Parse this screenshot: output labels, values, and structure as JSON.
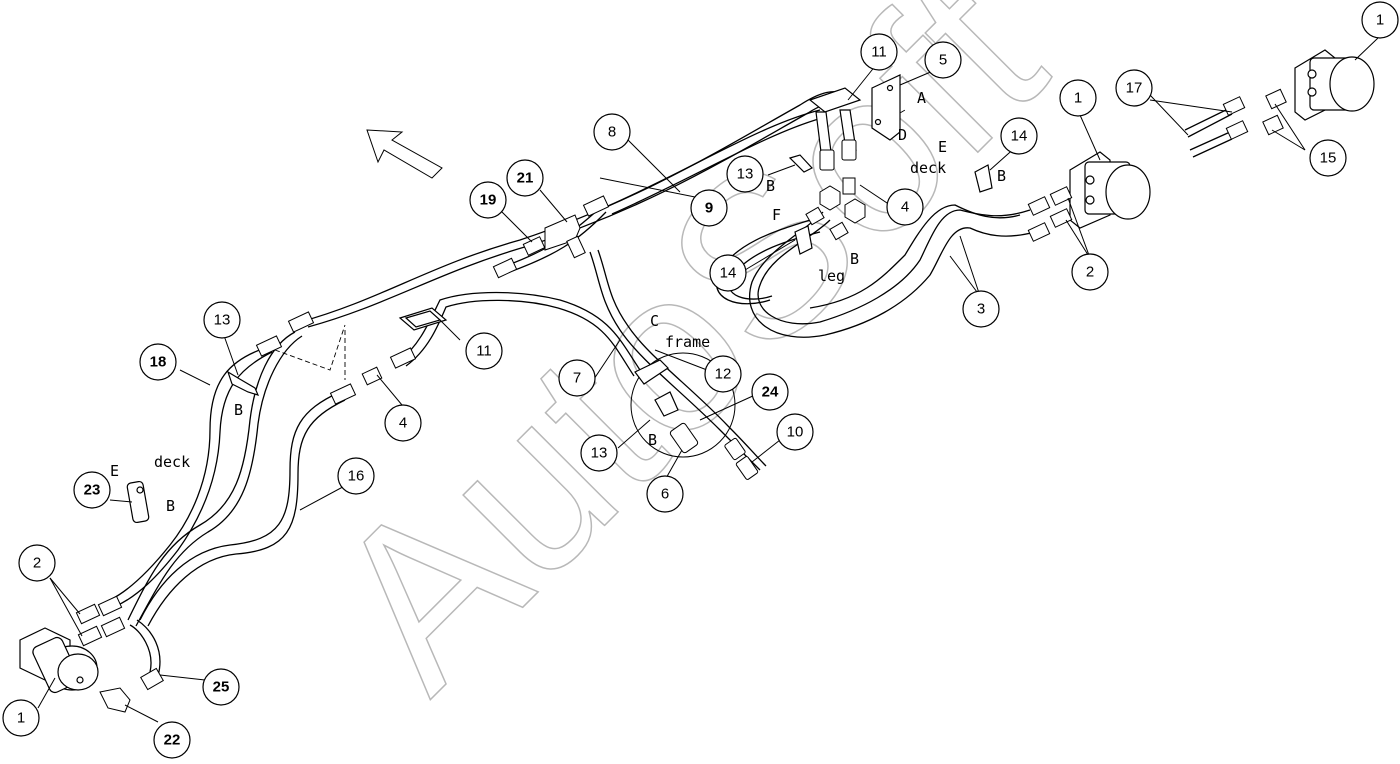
{
  "watermark": "AutoSoft",
  "callouts": [
    {
      "id": "c1a",
      "text": "1",
      "bold": false
    },
    {
      "id": "c1b",
      "text": "1",
      "bold": false
    },
    {
      "id": "c1c",
      "text": "1",
      "bold": false
    },
    {
      "id": "c2a",
      "text": "2",
      "bold": false
    },
    {
      "id": "c2b",
      "text": "2",
      "bold": false
    },
    {
      "id": "c3",
      "text": "3",
      "bold": false
    },
    {
      "id": "c4a",
      "text": "4",
      "bold": false
    },
    {
      "id": "c4b",
      "text": "4",
      "bold": false
    },
    {
      "id": "c5",
      "text": "5",
      "bold": false
    },
    {
      "id": "c6",
      "text": "6",
      "bold": false
    },
    {
      "id": "c7",
      "text": "7",
      "bold": false
    },
    {
      "id": "c8",
      "text": "8",
      "bold": false
    },
    {
      "id": "c9",
      "text": "9",
      "bold": true
    },
    {
      "id": "c10",
      "text": "10",
      "bold": false
    },
    {
      "id": "c11a",
      "text": "11",
      "bold": false
    },
    {
      "id": "c11b",
      "text": "11",
      "bold": false
    },
    {
      "id": "c12",
      "text": "12",
      "bold": false
    },
    {
      "id": "c13a",
      "text": "13",
      "bold": false
    },
    {
      "id": "c13b",
      "text": "13",
      "bold": false
    },
    {
      "id": "c13c",
      "text": "13",
      "bold": false
    },
    {
      "id": "c14a",
      "text": "14",
      "bold": false
    },
    {
      "id": "c14b",
      "text": "14",
      "bold": false
    },
    {
      "id": "c15",
      "text": "15",
      "bold": false
    },
    {
      "id": "c16",
      "text": "16",
      "bold": false
    },
    {
      "id": "c17",
      "text": "17",
      "bold": false
    },
    {
      "id": "c18",
      "text": "18",
      "bold": true
    },
    {
      "id": "c19",
      "text": "19",
      "bold": true
    },
    {
      "id": "c21",
      "text": "21",
      "bold": true
    },
    {
      "id": "c22",
      "text": "22",
      "bold": true
    },
    {
      "id": "c23",
      "text": "23",
      "bold": true
    },
    {
      "id": "c24",
      "text": "24",
      "bold": true
    },
    {
      "id": "c25",
      "text": "25",
      "bold": true
    }
  ],
  "labels": {
    "deck_left": "deck",
    "e_left": "E",
    "b_left_23": "B",
    "b_left_13": "B",
    "b_mid_13": "B",
    "b_top_13": "B",
    "c_frame": "C",
    "frame": "frame",
    "f_label": "F",
    "leg": "leg",
    "b_leg": "B",
    "a_label": "A",
    "d_label": "D",
    "e_right": "E",
    "deck_right": "deck",
    "b_right_14": "B"
  }
}
